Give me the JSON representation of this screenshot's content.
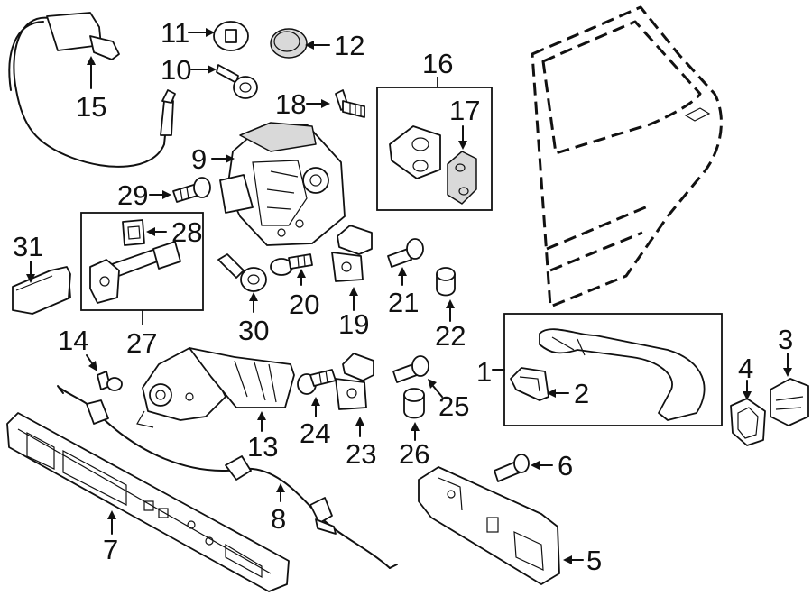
{
  "labels": {
    "p1": "1",
    "p2": "2",
    "p3": "3",
    "p4": "4",
    "p5": "5",
    "p6": "6",
    "p7": "7",
    "p8": "8",
    "p9": "9",
    "p10": "10",
    "p11": "11",
    "p12": "12",
    "p13": "13",
    "p14": "14",
    "p15": "15",
    "p16": "16",
    "p17": "17",
    "p18": "18",
    "p19": "19",
    "p20": "20",
    "p21": "21",
    "p22": "22",
    "p23": "23",
    "p24": "24",
    "p25": "25",
    "p26": "26",
    "p27": "27",
    "p28": "28",
    "p29": "29",
    "p30": "30",
    "p31": "31"
  }
}
